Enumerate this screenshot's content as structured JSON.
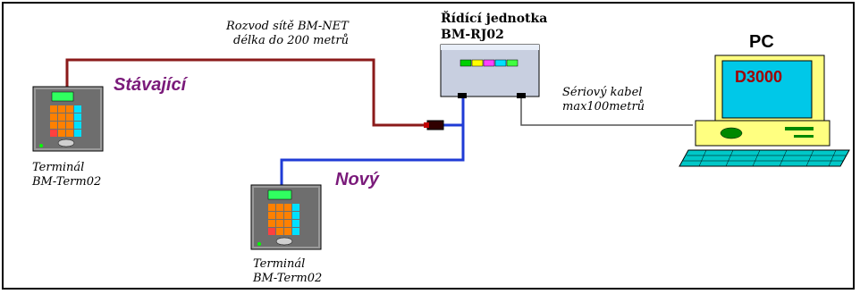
{
  "network": {
    "line1": "Rozvod sítě BM-NET",
    "line2": "délka do 200 metrů"
  },
  "control_unit": {
    "line1": "Řídící jednotka",
    "line2": "BM-RJ02"
  },
  "pc": {
    "label": "PC",
    "screen_text": "D3000"
  },
  "serial_cable": {
    "line1": "Sériový kabel",
    "line2": "max100metrů"
  },
  "existing": {
    "status": "Stávající",
    "caption1": "Terminál",
    "caption2": "BM-Term02"
  },
  "new": {
    "status": "Nový",
    "caption1": "Terminál",
    "caption2": "BM-Term02"
  },
  "colors": {
    "existing_wire": "#8b1a1a",
    "new_wire": "#1f3bd6",
    "serial_wire": "#555555",
    "status_text": "#7a1a7a",
    "pc_body": "#ffff80",
    "screen": "#00c8e8",
    "keyboard": "#00c8c8"
  }
}
